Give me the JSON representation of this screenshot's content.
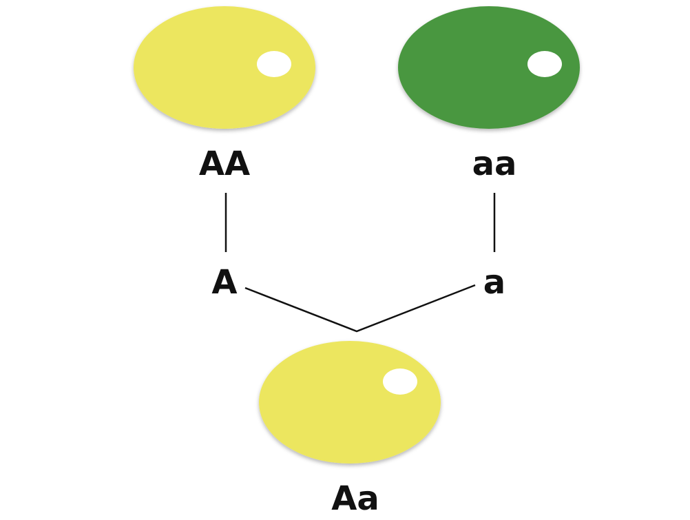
{
  "parents": [
    {
      "genotype": "AA",
      "allele": "A",
      "seed_color": "#ece65f",
      "phenotype": "yellow"
    },
    {
      "genotype": "aa",
      "allele": "a",
      "seed_color": "#4a973f",
      "phenotype": "green"
    }
  ],
  "offspring": {
    "genotype": "Aa",
    "seed_color": "#ece65f",
    "phenotype": "yellow"
  },
  "colors": {
    "highlight": "#ffffff",
    "line": "#111111",
    "text": "#111111"
  }
}
